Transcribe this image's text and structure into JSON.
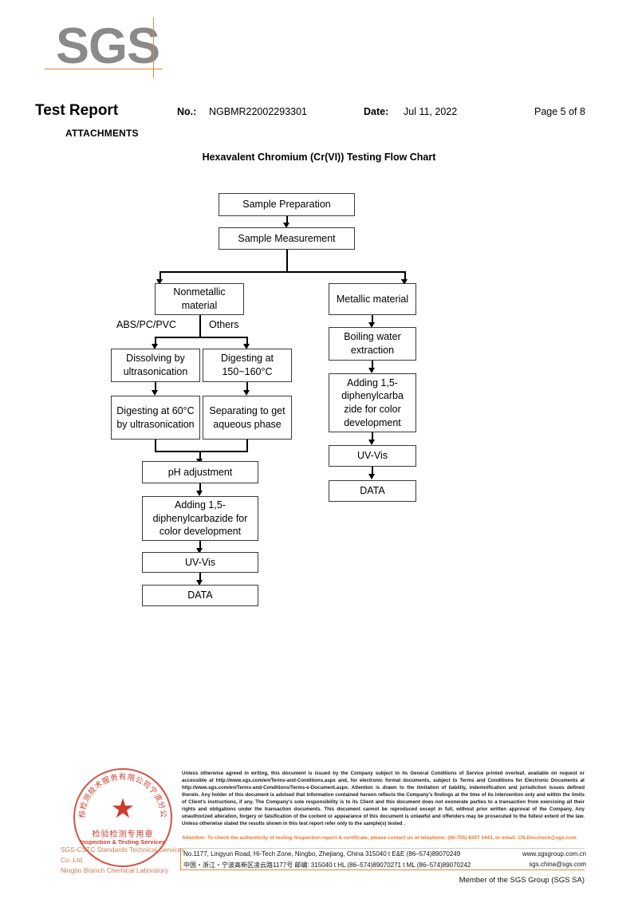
{
  "header": {
    "logo_text": "SGS",
    "doc_title": "Test Report",
    "no_label": "No.:",
    "no_value": "NGBMR22002293301",
    "date_label": "Date:",
    "date_value": "Jul 11, 2022",
    "page_indicator": "Page 5 of 8",
    "attachments_label": "ATTACHMENTS"
  },
  "chart_title": "Hexavalent Chromium (Cr(VI)) Testing  Flow Chart",
  "flow": {
    "nodes": {
      "sample_preparation": "Sample Preparation",
      "sample_measurement": "Sample Measurement",
      "nonmetallic_material": "Nonmetallic material",
      "metallic_material": "Metallic material",
      "dissolving_ultrasonication": "Dissolving by ultrasonication",
      "digesting_150_160": "Digesting at 150~160°C",
      "digesting_60_ultrasonication": "Digesting at 60°C by ultrasonication",
      "separating_aqueous": "Separating to get aqueous phase",
      "ph_adjustment": "pH adjustment",
      "adding_dpc_left": "Adding 1,5-diphenylcarbazide  for color development",
      "uv_vis_left": "UV-Vis",
      "data_left": "DATA",
      "boiling_water_extraction": "Boiling water extraction",
      "adding_dpc_right": "Adding 1,5-diphenylcarba zide for color development",
      "uv_vis_right": "UV-Vis",
      "data_right": "DATA"
    },
    "branch_labels": {
      "left": "ABS/PC/PVC",
      "right": "Others"
    }
  },
  "seal": {
    "star_glyph": "★",
    "chinese_text": "检验检测专用章",
    "english_text": "Inspection & Testing Services",
    "arc_text": "中标检测技术服务有限公司宁波分公司"
  },
  "watermark": {
    "line1": "SGS-CSTC Standards Technical Services Co.,Ltd.",
    "line2": "Ningbo Branch Chemical Laboratory"
  },
  "footer": {
    "legal_text": "Unless otherwise agreed in writing, this document is issued by the Company subject to its General Conditions of Service printed overleaf, available on request or accessible at http://www.sgs.com/en/Terms-and-Conditions.aspx and, for electronic format documents, subject to Terms and Conditions for Electronic Documents at http://www.sgs.com/en/Terms-and-Conditions/Terms-e-Document.aspx. Attention is drawn to the limitation of liability, indemnification and jurisdiction issues defined therein. Any holder of this document is advised that information contained hereon reflects the Company's findings at the time of its intervention only and within the limits of Client's instructions, if any. The Company's sole responsibility is to its Client and this document does not exonerate parties to a transaction from exercising all their rights and obligations under the transaction documents. This document cannot be reproduced except in full, without prior written approval of the Company. Any unauthorized alteration, forgery or falsification of the content or appearance of this document is unlawful and offenders may be prosecuted to the fullest extent of the law. Unless otherwise stated the results shown in this test report refer only to the sample(s) tested .",
    "attention_text": "Attention: To check the authenticity of testing /inspection report & certificate, please contact us at telephone: (86-755) 8307 1443, or email: CN.Doccheck@sgs.com",
    "address_en": "No.1177, Lingyun Road, Hi-Tech Zone, Ningbo, Zhejiang, China 315040    t E&E (86–574)89070249",
    "website_en": "www.sgsgroup.com.cn",
    "address_cn": "中国・浙江・宁波高新区凌云路1177号     邮编: 315040   t HL   (86–574)89070271   t ML  (86–574)89070242",
    "email_cn": "sgs.china@sgs.com",
    "member_line": "Member of the SGS Group (SGS SA)"
  },
  "colors": {
    "brand_orange": "#e08a3c",
    "logo_gray": "#8a8a8a",
    "seal_red": "#cf3a2e",
    "attention_orange": "#e07b2e"
  }
}
